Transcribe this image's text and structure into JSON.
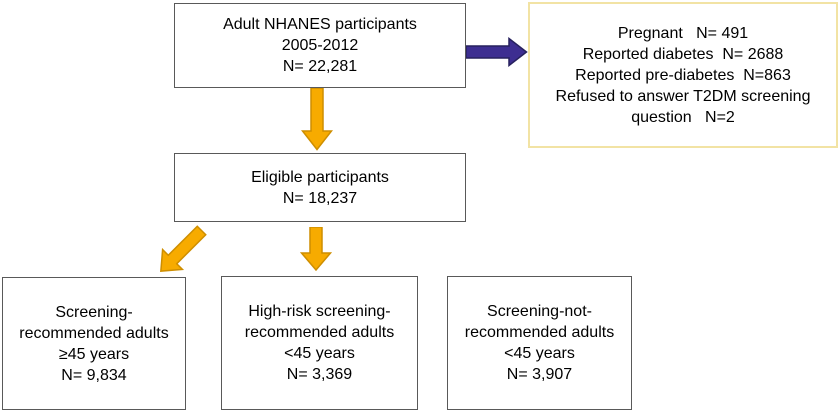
{
  "flowchart": {
    "top_box": {
      "lines": [
        "Adult NHANES participants",
        "2005-2012",
        "N= 22,281"
      ]
    },
    "exclusion_box": {
      "lines": [
        "Pregnant   N= 491",
        "Reported diabetes  N= 2688",
        "Reported pre-diabetes  N=863",
        "Refused to answer T2DM screening",
        "question   N=2"
      ]
    },
    "eligible_box": {
      "lines": [
        "Eligible participants",
        "N= 18,237"
      ]
    },
    "screening_recommended_box": {
      "lines": [
        "Screening-",
        "recommended adults",
        "≥45 years",
        "N= 9,834"
      ]
    },
    "high_risk_box": {
      "lines": [
        "High-risk screening-",
        "recommended adults",
        "<45 years",
        "N= 3,369"
      ]
    },
    "not_recommended_box": {
      "lines": [
        "Screening-not-",
        "recommended adults",
        "<45 years",
        "N= 3,907"
      ]
    },
    "colors": {
      "arrow_yellow": "#F7AB00",
      "arrow_yellow_outline": "#CE8E00",
      "arrow_purple": "#3D2E91",
      "arrow_purple_outline": "#27215E",
      "box_border": "#595959",
      "exclusion_border": "#F2E3A4"
    }
  }
}
